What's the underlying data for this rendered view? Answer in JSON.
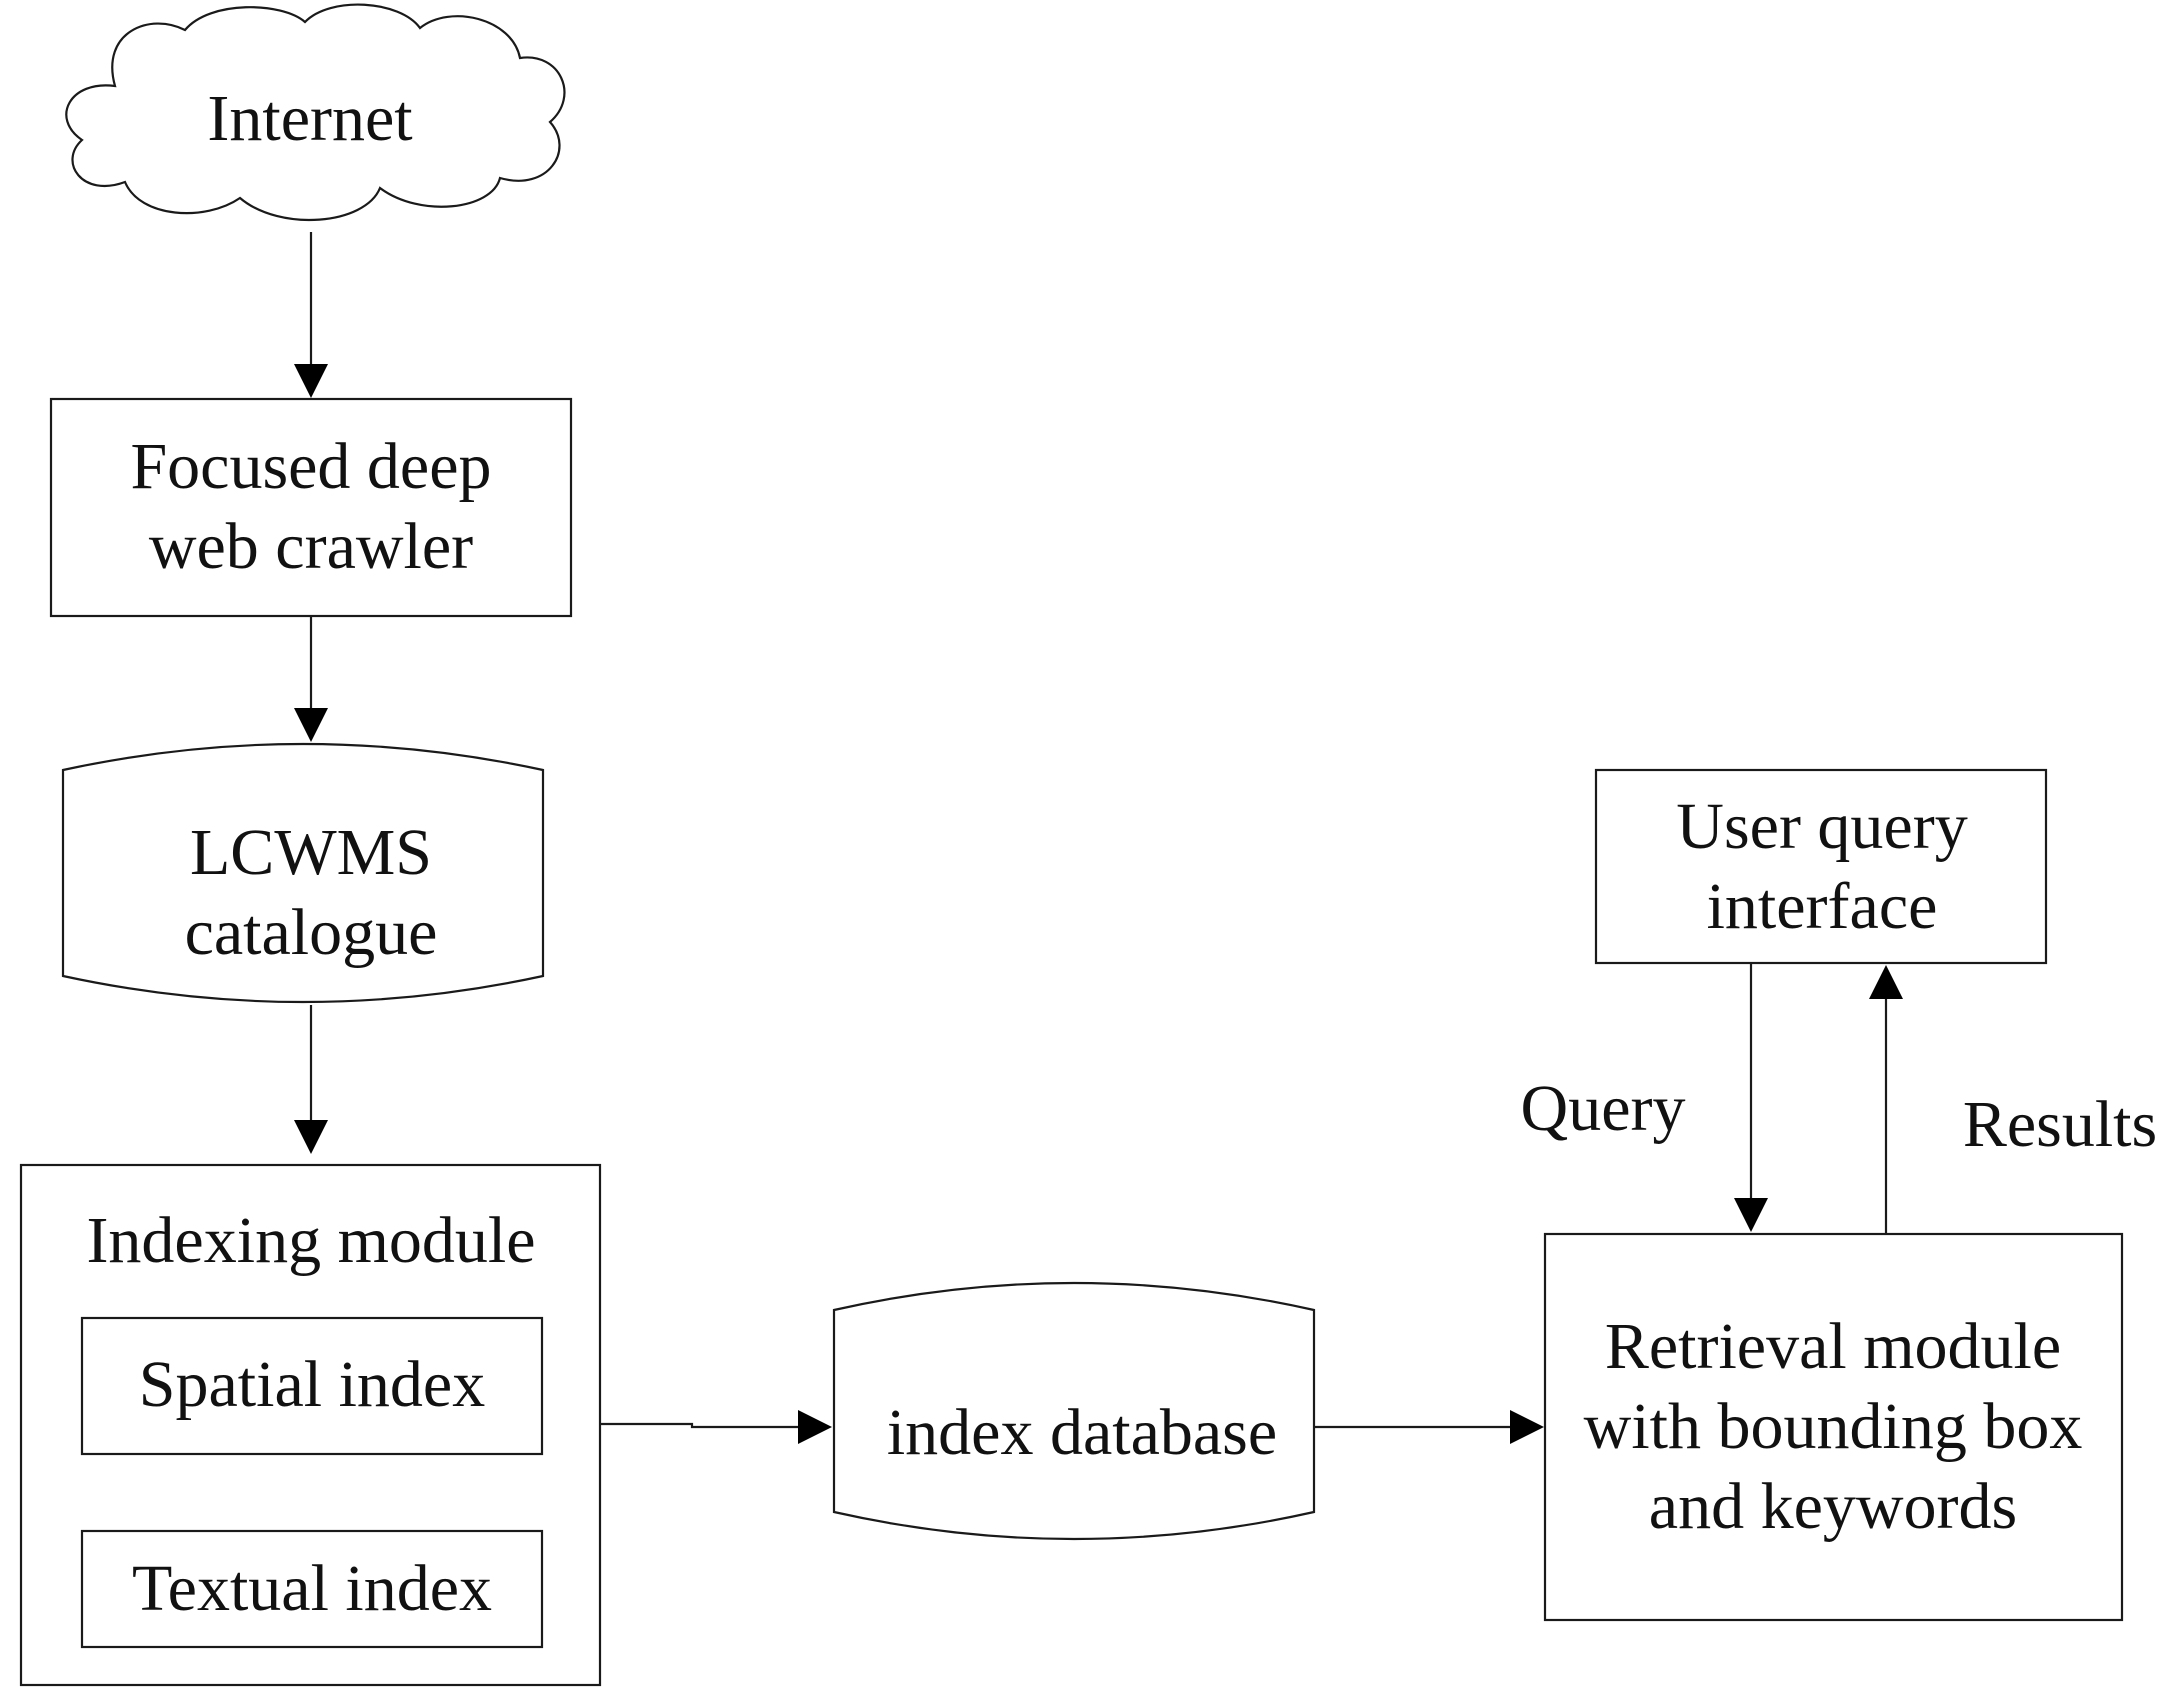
{
  "nodes": {
    "internet": {
      "label": "Internet"
    },
    "crawler": {
      "lines": [
        "Focused deep",
        "web crawler"
      ]
    },
    "catalogue": {
      "lines": [
        "LCWMS",
        "catalogue"
      ]
    },
    "indexing": {
      "title": "Indexing module",
      "spatial": "Spatial index",
      "textual": "Textual index"
    },
    "index_db": {
      "label": "index database"
    },
    "retrieval": {
      "lines": [
        "Retrieval module",
        "with bounding box",
        "and keywords"
      ]
    },
    "user_ui": {
      "lines": [
        "User query",
        "interface"
      ]
    }
  },
  "edges": {
    "query_label": "Query",
    "results_label": "Results"
  }
}
